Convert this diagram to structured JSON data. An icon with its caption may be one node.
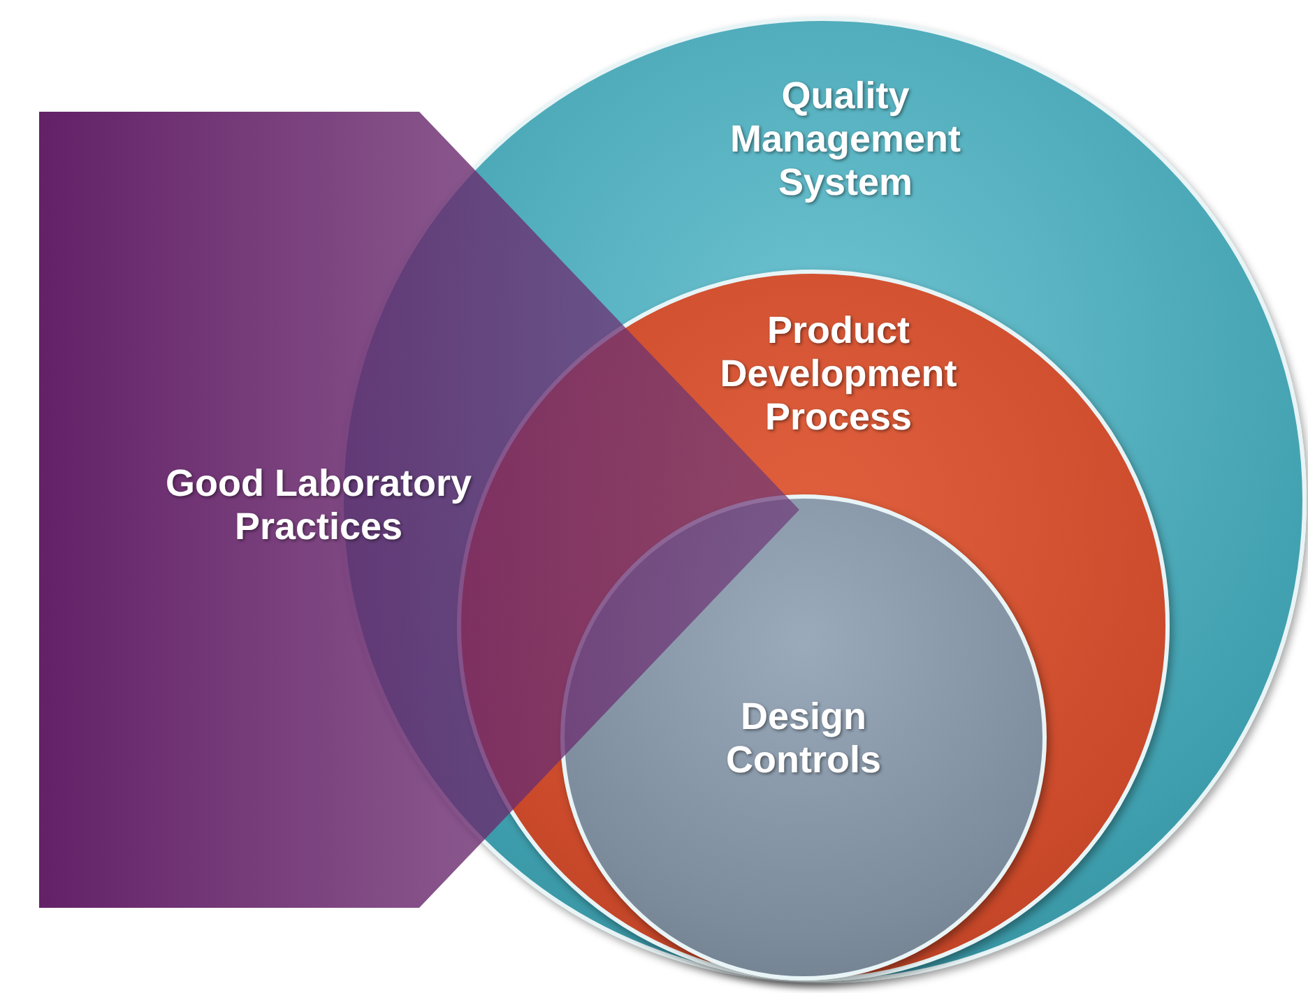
{
  "diagram": {
    "nodes": [
      {
        "text": [
          "Quality Management System"
        ]
      },
      {
        "text": [
          "Product Development Process"
        ],
        "in": 0
      },
      {
        "text": [
          "Design Controls"
        ],
        "in": 1
      },
      {
        "text": [
          "Good Laboratory Practices"
        ]
      }
    ]
  }
}
